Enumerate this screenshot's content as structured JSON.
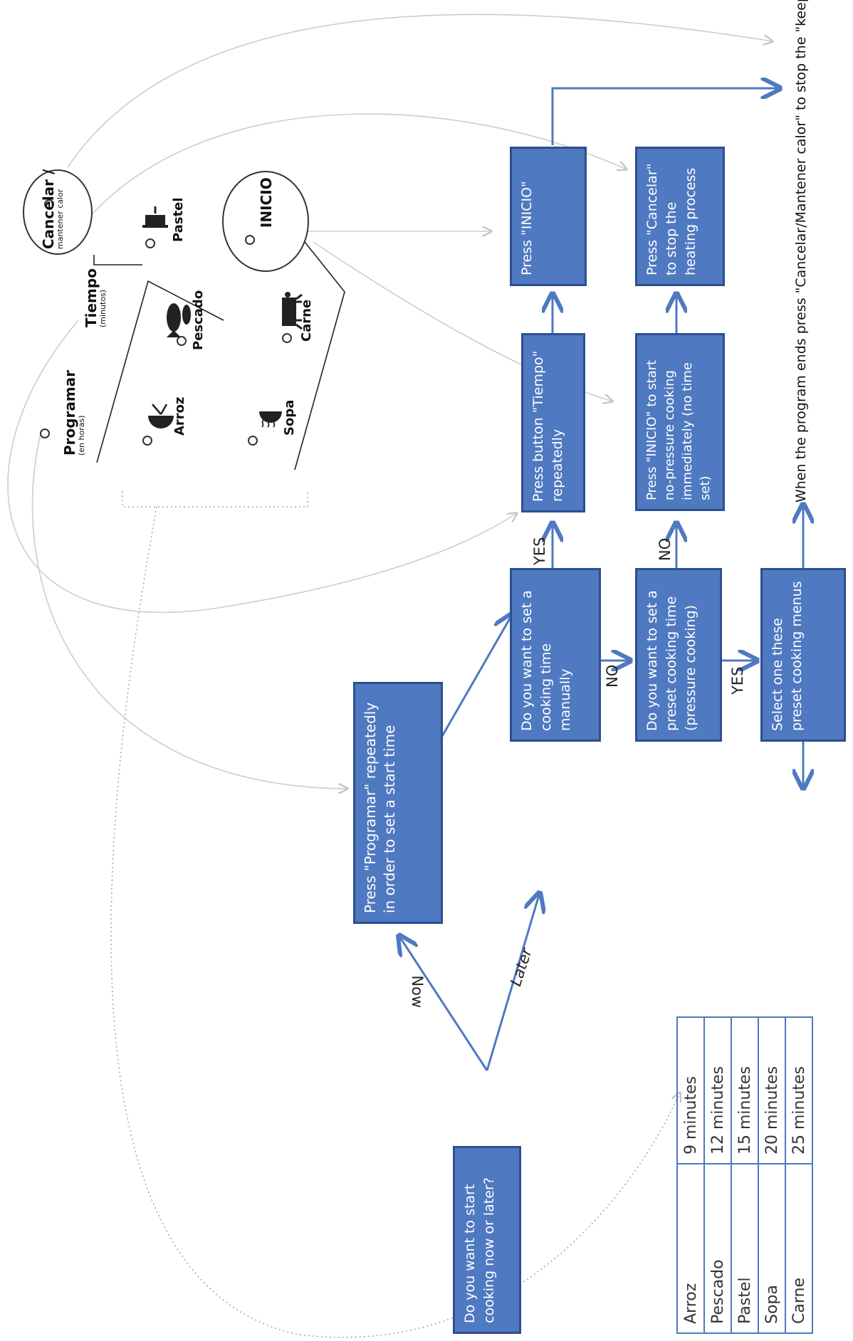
{
  "diagram": {
    "boxes": {
      "start_question": "Do you want to start cooking now or later?",
      "press_programar": "Press \"Programar\" repeatedly in order to set a start time",
      "manual_question": "Do you want to set a cooking time manually",
      "press_tiempo": "Press button \"Tiempo\" repeatedly",
      "press_inicio": "Press \"INICIO\"",
      "preset_question": "Do you want to set a preset cooking time (pressure cooking)",
      "press_inicio_no_pressure": "Press \"INICIO\" to start no-pressure cooking immediately (no time set)",
      "press_cancelar": "Press \"Cancelar\" to stop the heating process",
      "select_preset": "Select one these preset cooking menus"
    },
    "edge_labels": {
      "now": "Now",
      "later": "Later",
      "yes_manual": "YES",
      "no_manual": "NO",
      "no_preset": "NO",
      "yes_preset": "YES"
    },
    "end_note": "When the program ends press \"Cancelar/Mantener calor\" to stop the \"keep warm\" mo"
  },
  "panel": {
    "programar": {
      "label": "Programar",
      "sub": "(en horas)"
    },
    "tiempo": {
      "label": "Tiempo",
      "sub": "(minutos)"
    },
    "cancelar": {
      "label": "Cancelar /",
      "sub": "mantener calor"
    },
    "inicio": {
      "label": "INICIO"
    },
    "menus": {
      "arroz": "Arroz",
      "pescado": "Pescado",
      "pastel": "Pastel",
      "sopa": "Sopa",
      "carne": "Carne"
    }
  },
  "preset_table": {
    "rows": [
      {
        "menu": "Arroz",
        "time": "9 minutes"
      },
      {
        "menu": "Pescado",
        "time": "12 minutes"
      },
      {
        "menu": "Pastel",
        "time": "15 minutes"
      },
      {
        "menu": "Sopa",
        "time": "20 minutes"
      },
      {
        "menu": "Carne",
        "time": "25 minutes"
      }
    ]
  },
  "colors": {
    "box_fill": "#4f79c1",
    "box_border": "#2d4f8e",
    "arrow": "#4f79c1",
    "grey_arrow": "#c8c8c8"
  }
}
